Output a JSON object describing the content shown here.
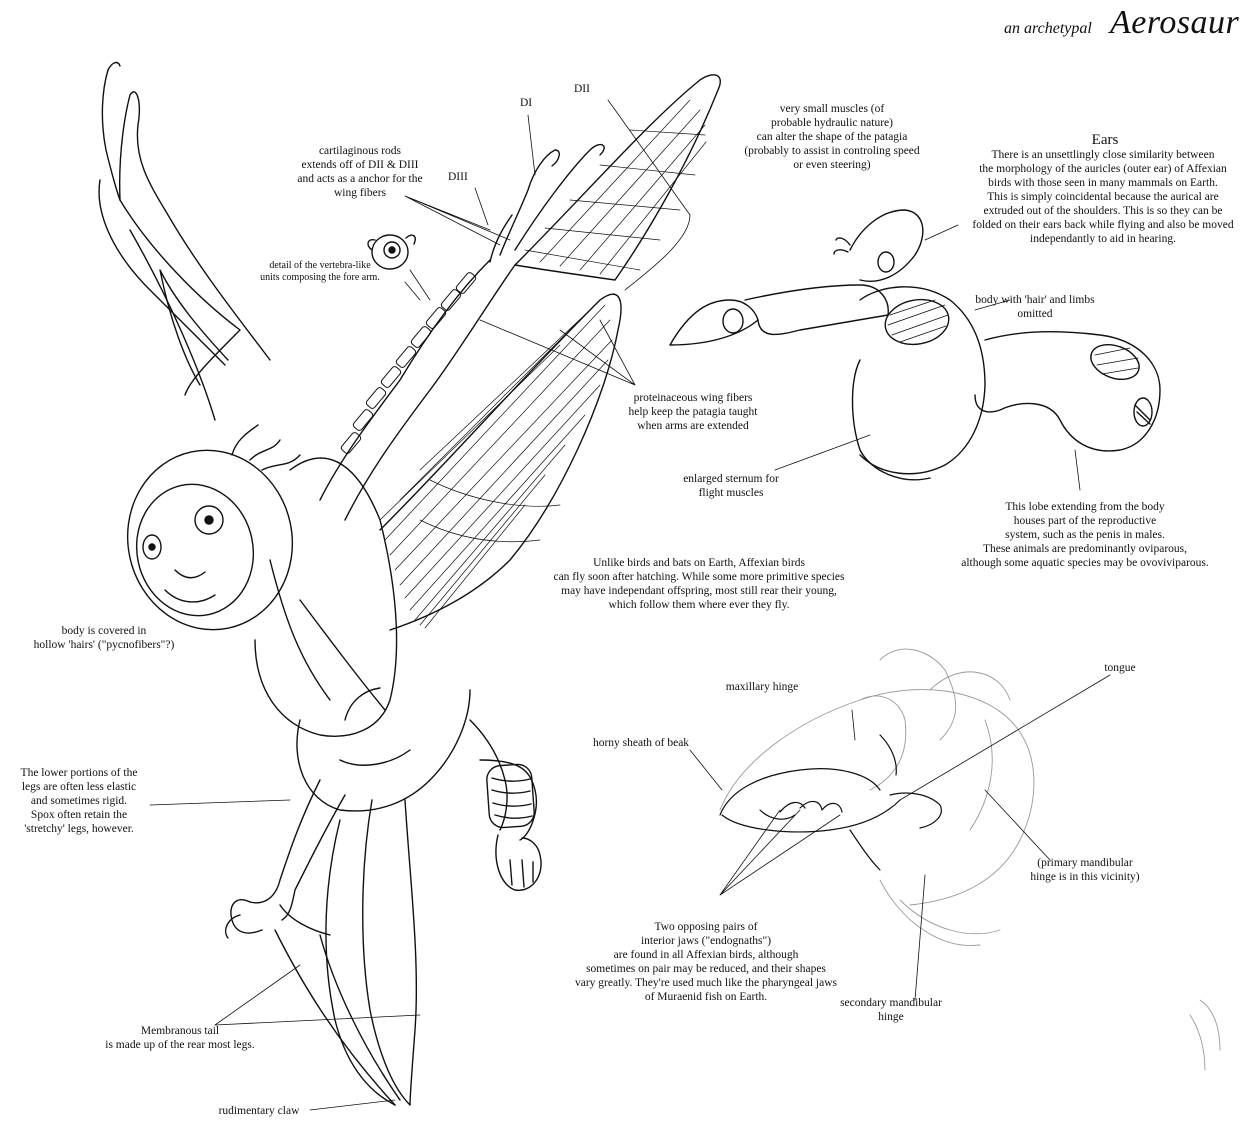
{
  "title": {
    "prefix": "an archetypal",
    "main": "Aerosaur"
  },
  "labels": {
    "d2": "DII",
    "d1": "DI",
    "d3": "DIII",
    "cartilage": "cartilaginous rods\nextends off of DII & DIII\nand acts as a anchor for the\nwing fibers",
    "vertebra": "detail of the vertebra-like\nunits composing the fore arm.",
    "muscles": "very small muscles (of\nprobable hydraulic nature)\ncan alter the shape of the patagia\n(probably to assist in controling speed\nor even steering)",
    "ears_title": "Ears",
    "ears_text": "There is an unsettlingly close similarity between\nthe morphology of the auricles (outer ear) of Affexian\nbirds with those seen in many mammals on Earth.\nThis is simply coincidental because the aurical are\nextruded out of the shoulders. This is so they can be\nfolded on their ears back while flying and also be moved\nindependantly to aid in hearing.",
    "body_hair": "body with 'hair' and limbs\nomitted",
    "fibers": "proteinaceous wing fibers\nhelp keep the patagia taught\nwhen arms are extended",
    "sternum": "enlarged sternum for\nflight muscles",
    "lobe": "This lobe extending from the body\nhouses part of the reproductive\nsystem, such as the penis in males.\nThese animals are predominantly oviparous,\nalthough some aquatic species may be ovoviviparous.",
    "unlike": "Unlike birds and bats on Earth, Affexian birds\ncan fly soon after hatching. While some more primitive species\nmay have independant offspring, most still rear their young,\nwhich follow them where ever they fly.",
    "covered": "body is covered in\nhollow 'hairs' (\"pycnofibers\"?)",
    "lower_legs": "The lower portions of the\nlegs are often less elastic\nand sometimes rigid.\nSpox often retain the\n'stretchy' legs, however.",
    "tongue": "tongue",
    "maxillary": "maxillary hinge",
    "horny": "horny sheath of beak",
    "primary_hinge": "(primary mandibular\nhinge is in this vicinity)",
    "jaws": "Two opposing pairs of\ninterior jaws (\"endognaths\")\nare found in all Affexian birds, although\nsometimes on pair may be reduced, and their shapes\nvary greatly. They're used much like the pharyngeal jaws\nof Muraenid fish on Earth.",
    "secondary_hinge": "secondary mandibular\nhinge",
    "tail": "Membranous tail\nis made up of the rear most legs.",
    "claw": "rudimentary claw"
  },
  "colors": {
    "ink": "#111111",
    "pencil": "#9a9a9a",
    "paper": "#ffffff"
  }
}
